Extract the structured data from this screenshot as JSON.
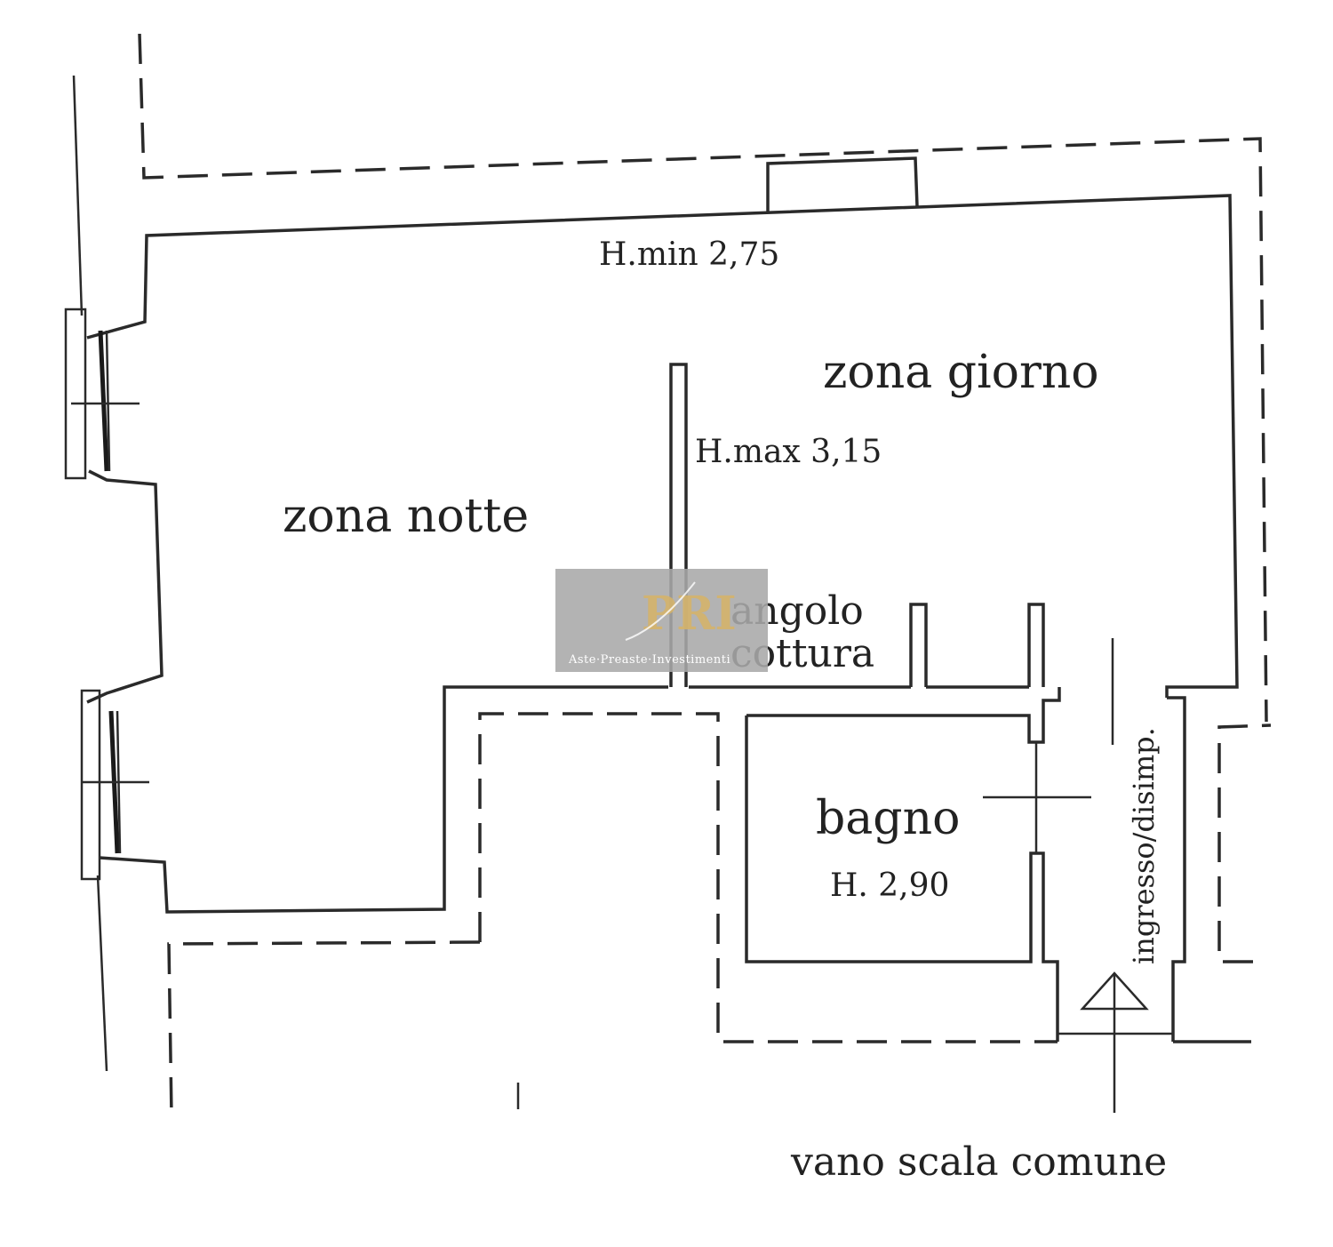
{
  "rooms": {
    "zona_notte": "zona notte",
    "zona_giorno": "zona giorno",
    "angolo_cottura_line1": "angolo",
    "angolo_cottura_line2": "cottura",
    "bagno": "bagno",
    "ingresso": "ingresso/disimp."
  },
  "heights": {
    "min": "H.min 2,75",
    "max": "H.max 3,15",
    "bagno": "H. 2,90"
  },
  "notes": {
    "stair": "vano scala comune"
  },
  "watermark": {
    "mark": "PRI",
    "brand": "Aste·Preaste·Investimenti",
    "gold": "#d4b36a"
  }
}
